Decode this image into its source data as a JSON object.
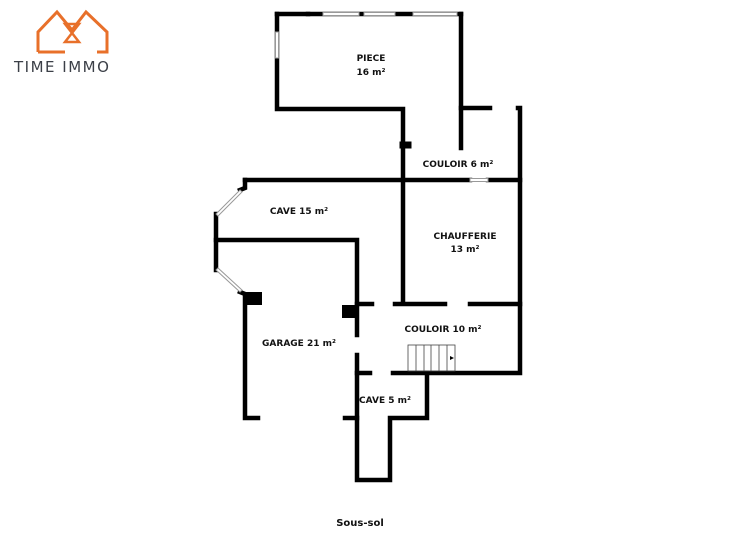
{
  "logo": {
    "brand": "TIME IMMO",
    "accent": "#e8702a"
  },
  "rooms": [
    {
      "name": "PIECE",
      "area": "16 m²"
    },
    {
      "name": "COULOIR  6 m²"
    },
    {
      "name": "CAVE  15 m²"
    },
    {
      "name": "CHAUFFERIE",
      "area": "13 m²"
    },
    {
      "name": "COULOIR 10 m²"
    },
    {
      "name": "GARAGE 21 m²"
    },
    {
      "name": "CAVE 5 m²"
    }
  ],
  "floor_label": "Sous-sol"
}
